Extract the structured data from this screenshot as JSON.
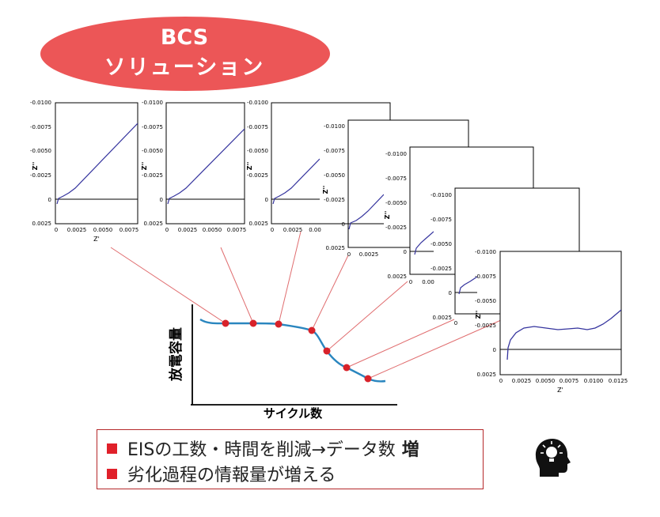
{
  "title": {
    "line1": "BCS",
    "line2": "ソリューション",
    "bg": "#ec5657",
    "fg": "#ffffff"
  },
  "main_chart": {
    "ylabel": "放電容量",
    "xlabel": "サイクル数",
    "line_color": "#2a86bf",
    "dot_color": "#d8222a"
  },
  "eis": {
    "xaxis_label": "Z'",
    "yaxis_label": "Z''",
    "curve_color": "#35349e",
    "panels_small": {
      "yticks": [
        "-0.0100",
        "-0.0075",
        "-0.0050",
        "-0.0025",
        "0",
        "0.0025"
      ],
      "xticks": [
        "0",
        "0.0025",
        "0.0050",
        "0.0075"
      ]
    },
    "panel_3_xticks": [
      "0",
      "0.0025",
      "0.00"
    ],
    "panel_4_xticks": [
      "0",
      "0.0025"
    ],
    "panel_5_xticks": [
      "0",
      "0.00"
    ],
    "panel_6_xticks": [
      "0"
    ],
    "panel_large": {
      "yticks": [
        "-0.0100",
        "-0.0075",
        "-0.0050",
        "-0.0025",
        "0",
        "0.0025"
      ],
      "xticks": [
        "0",
        "0.0025",
        "0.0050",
        "0.0075",
        "0.0100",
        "0.0125"
      ]
    }
  },
  "bullets": [
    {
      "text": "EISの工数・時間を削減→データ数",
      "bold": "増"
    },
    {
      "text": "劣化過程の情報量が増える",
      "bold": ""
    }
  ],
  "icons": {
    "head": "head-lightbulb-icon"
  }
}
